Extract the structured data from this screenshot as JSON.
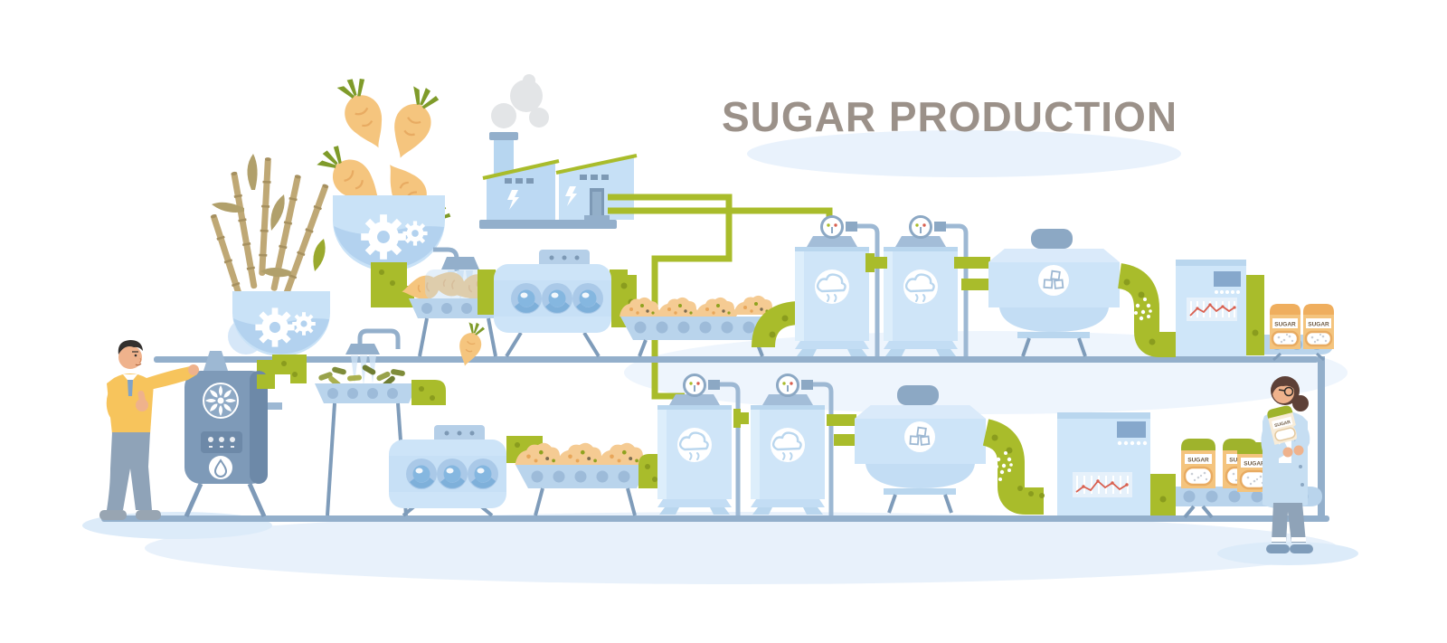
{
  "title": "SUGAR PRODUCTION",
  "labels": {
    "sugar": "SUGAR"
  },
  "colors": {
    "background": "#ffffff",
    "title_text": "#9b9189",
    "machine_light_blue": "#cde4f8",
    "machine_mid_blue": "#b9d6ee",
    "steel_blue": "#93afcb",
    "dark_machine_blue": "#7e9ab8",
    "pipe_green": "#a9bc2b",
    "pipe_green_dark": "#8a9c1e",
    "beet_orange": "#f5c57e",
    "cane_tan": "#bfa875",
    "pack_orange": "#f4c47e",
    "pack_green_cap": "#9fb32c",
    "chart_red": "#d95f4f",
    "soft_shadow_blue": "#e8f1fb",
    "smoke_gray": "#e3e5e7",
    "skin": "#efb28c",
    "sweater_yellow": "#f7c45c",
    "pants_blue": "#8fa3b8",
    "hair_dark": "#33302e",
    "hair_brown": "#5d4037",
    "lab_coat_blue": "#c6def2"
  },
  "icons": {
    "gear-icon": "svg gear shape (white)",
    "steam-icon": "svg cloud outline in white circle",
    "sugar-cubes-icon": "three small squares in white circle",
    "water-droplet-icon": "droplet outline in white circle",
    "fan-icon": "white pinwheel on dark machine",
    "pressure-gauge-icon": "white dial with needle",
    "lightning-icon": "white bolt on factory wall",
    "shower-icon": "sprinkler head with spray triangles"
  }
}
